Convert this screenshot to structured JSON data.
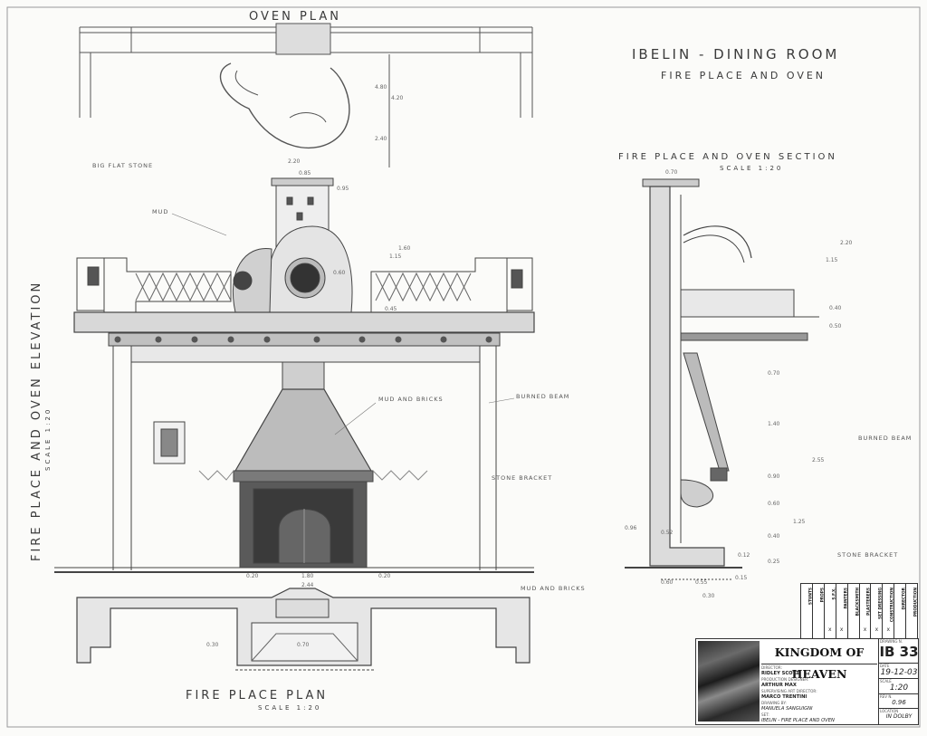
{
  "labels": {
    "oven_plan": "OVEN PLAN",
    "sheet_title": "IBELIN - DINING ROOM",
    "sheet_subtitle": "FIRE PLACE AND OVEN",
    "section_title": "FIRE PLACE AND OVEN SECTION",
    "section_scale": "SCALE 1:20",
    "elevation_title": "FIRE PLACE AND OVEN ELEVATION",
    "elevation_scale": "SCALE 1:20",
    "plan_title": "FIRE PLACE PLAN",
    "plan_scale": "SCALE 1:20"
  },
  "annotations": {
    "flat_stone": "BIG FLAT STONE",
    "mud": "MUD",
    "mud_bricks": "MUD AND BRICKS",
    "burned_beam": "BURNED BEAM",
    "stone_bracket": "STONE BRACKET",
    "mud_bricks_plan": "MUD AND BRICKS",
    "burned_beam_section": "BURNED BEAM",
    "stone_bracket_section": "STONE BRACKET"
  },
  "dimensions": {
    "d_480": "4.80",
    "d_420": "4.20",
    "d_240": "2.40",
    "d_220": "2.20",
    "d_085": "0.85",
    "d_095": "0.95",
    "d_160": "1.60",
    "d_115": "1.15",
    "d_060": "0.60",
    "d_045": "0.45",
    "d_070": "0.70",
    "d_220s": "2.20",
    "d_115s": "1.15",
    "d_040": "0.40",
    "d_050": "0.50",
    "d_070s": "0.70",
    "d_140": "1.40",
    "d_255": "2.55",
    "d_090": "0.90",
    "d_060s": "0.60",
    "d_125": "1.25",
    "d_040s": "0.40",
    "d_025": "0.25",
    "d_012": "0.12",
    "d_096": "0.96",
    "d_052": "0.52",
    "d_060b": "0.60",
    "d_055": "0.55",
    "d_030": "0.30",
    "d_015": "0.15",
    "d_180": "1.80",
    "d_020": "0.20",
    "d_020b": "0.20",
    "d_244": "2.44",
    "d_030p": "0.30",
    "d_070p": "0.70"
  },
  "approvals": {
    "columns": [
      "STUNTS",
      "PROPS",
      "S.F.X.",
      "PAINTERS",
      "BLACKSMITH",
      "PLASTERERS",
      "SET DRESSING",
      "CONSTRUCTION",
      "DIRECTOR",
      "PRODUCTION"
    ],
    "marks": [
      "",
      "",
      "x",
      "x",
      "",
      "x",
      "x",
      "x",
      "",
      ""
    ]
  },
  "title_block": {
    "film_title": "KINGDOM OF HEAVEN",
    "director_label": "DIRECTOR:",
    "director": "RIDLEY SCOTT",
    "designer_label": "PRODUCTION DESIGNER:",
    "designer": "ARTHUR MAX",
    "art_director_label": "SUPERVISING ART DIRECTOR:",
    "art_director": "MARCO TRENTINI",
    "drawn_by_label": "DRAWING BY:",
    "drawn_by": "MANUELA SANGUIGNI",
    "set_label": "SET:",
    "set": "IBELIN - FIRE PLACE AND OVEN",
    "drawing_label": "DRAWING N.",
    "drawing_number": "IB 33",
    "date_label": "DATE",
    "date": "19-12-03",
    "scale_label": "SCALE",
    "scale": "1:20",
    "rev_label": "REV N.",
    "rev": "0.96",
    "location_label": "LOCATION",
    "location": "IN DOLBY"
  }
}
